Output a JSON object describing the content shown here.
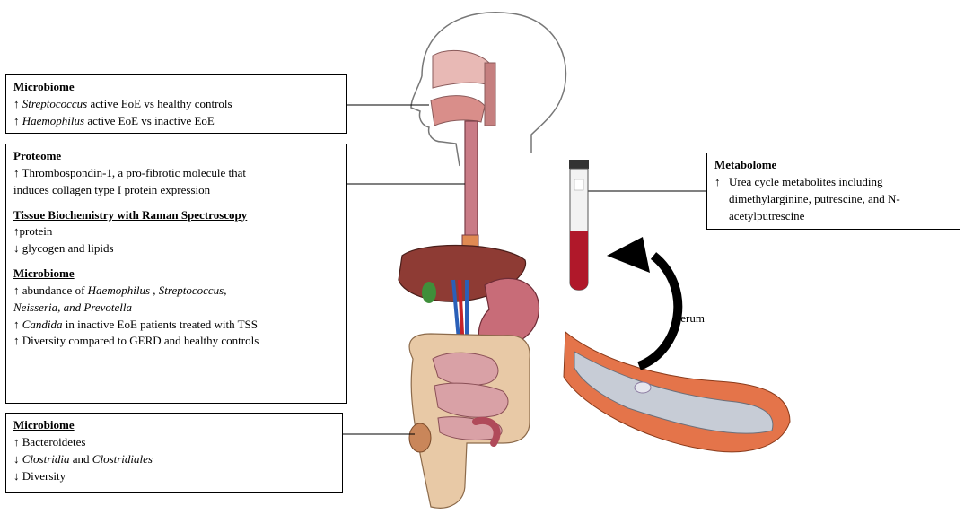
{
  "box1": {
    "header": "Microbiome",
    "lines": [
      {
        "arrow": "↑",
        "italic": "Streptococcus",
        "rest": " active EoE vs healthy controls"
      },
      {
        "arrow": "↑",
        "italic": "Haemophilus",
        "rest": " active EoE vs inactive EoE"
      }
    ]
  },
  "box2": {
    "proteome_header": "Proteome",
    "proteome_line1": "↑ Thrombospondin-1, a pro-fibrotic molecule that",
    "proteome_line2": "induces collagen type I protein expression",
    "raman_header": "Tissue Biochemistry with Raman Spectroscopy",
    "raman_line1": "↑protein",
    "raman_line2": "↓ glycogen and lipids",
    "micro_header": "Microbiome",
    "micro_line1_pre": "↑ abundance of ",
    "micro_line1_it1": "Haemophilus",
    "micro_line1_sep": " , ",
    "micro_line1_it2": "Streptococcus,",
    "micro_line2": "Neisseria, and Prevotella",
    "micro_line3_arrow": "↑ ",
    "micro_line3_it": "Candida",
    "micro_line3_rest": " in inactive EoE patients treated with TSS",
    "micro_line4": "↑ Diversity compared to GERD and healthy controls"
  },
  "box3": {
    "header": "Microbiome",
    "line1": "↑ Bacteroidetes",
    "line2_arrow": "↓ ",
    "line2_it1": "Clostridia",
    "line2_mid": " and ",
    "line2_it2": "Clostridiales",
    "line3": "↓ Diversity"
  },
  "box4": {
    "header": "Metabolome",
    "arrow": "↑",
    "line1": "Urea cycle metabolites including",
    "line2": "dimethylarginine, putrescine, and N-",
    "line3": "acetylputrescine"
  },
  "serum_label": "Serum",
  "colors": {
    "blood": "#b0182a",
    "esophagus": "#c97b86",
    "liver": "#8e3b34",
    "intestine": "#e8c9a6",
    "vessel": "#e4744a",
    "arrow": "#000000"
  }
}
